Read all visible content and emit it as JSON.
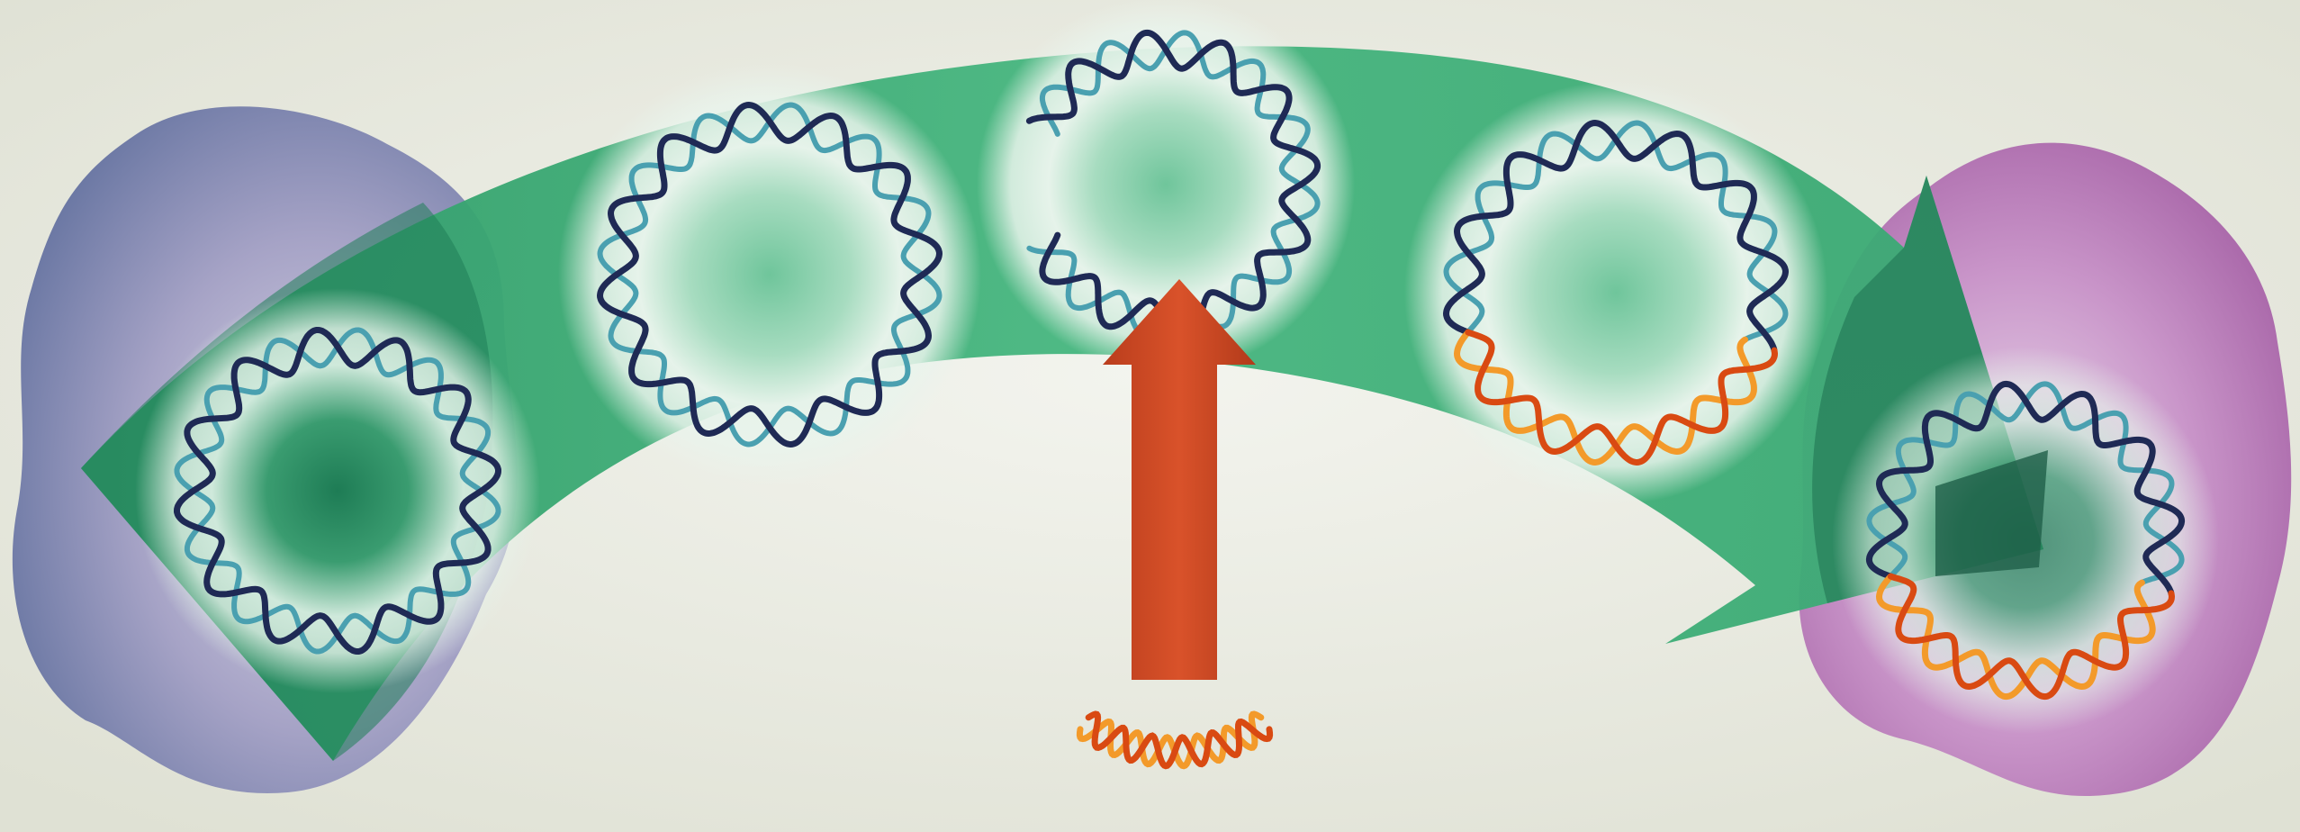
{
  "diagram": {
    "description_elements": [
      {
        "role": "source-cell",
        "color": "#7f86ae"
      },
      {
        "role": "target-cell",
        "color": "#b07bb6"
      },
      {
        "role": "transfer-arrow",
        "color": "#3fae77"
      },
      {
        "role": "insert-arrow",
        "color": "#cf4a22"
      }
    ],
    "stages": [
      {
        "name": "plasmid-in-source-cell",
        "strand_colors": [
          "#1f2a55",
          "#4aa0b0"
        ],
        "insert": false
      },
      {
        "name": "isolated-plasmid",
        "strand_colors": [
          "#1f2a55",
          "#4aa0b0"
        ],
        "insert": false
      },
      {
        "name": "opened-plasmid",
        "strand_colors": [
          "#1f2a55",
          "#4aa0b0"
        ],
        "insert": false
      },
      {
        "name": "recombinant-plasmid",
        "strand_colors": [
          "#1f2a55",
          "#4aa0b0"
        ],
        "insert": true
      },
      {
        "name": "plasmid-in-target-cell",
        "strand_colors": [
          "#1f2a55",
          "#4aa0b0"
        ],
        "insert": true
      }
    ],
    "insert_fragment": {
      "strand_colors": [
        "#d94a12",
        "#f39a2a"
      ]
    },
    "colors": {
      "background": "#e7e8dc",
      "dna_dark": "#1f2a55",
      "dna_light": "#4aa0b0",
      "insert_dark": "#d94a12",
      "insert_light": "#f39a2a"
    }
  }
}
